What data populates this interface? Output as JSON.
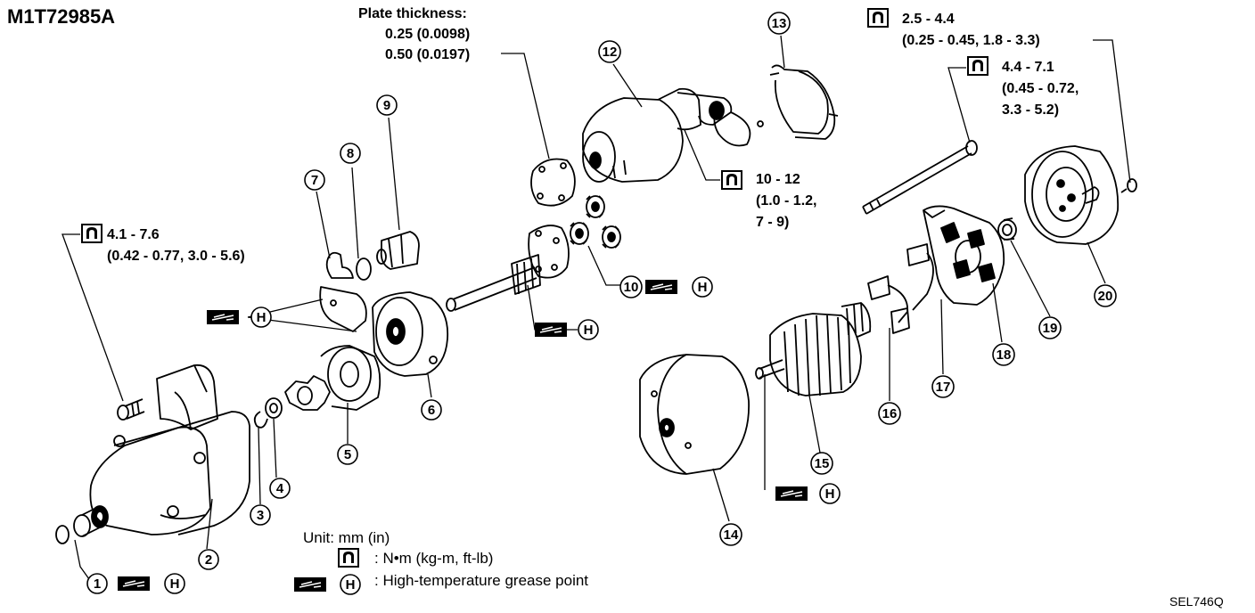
{
  "title": "M1T72985A",
  "reference": "SEL746Q",
  "plate_thickness": {
    "label": "Plate thickness:",
    "values": [
      "0.25 (0.0098)",
      "0.50 (0.0197)"
    ]
  },
  "torques": {
    "bolt_left": {
      "line1": "4.1 - 7.6",
      "line2": "(0.42 - 0.77, 3.0 - 5.6)"
    },
    "solenoid": {
      "line1": "10 - 12",
      "line2": "(1.0 - 1.2,",
      "line3": "7 - 9)"
    },
    "screw_rear": {
      "line1": "2.5 - 4.4",
      "line2": "(0.25 - 0.45, 1.8 - 3.3)"
    },
    "through_bolt": {
      "line1": "4.4 - 7.1",
      "line2": "(0.45 - 0.72,",
      "line3": "3.3 - 5.2)"
    }
  },
  "legend": {
    "unit": "Unit: mm (in)",
    "torque": ": N•m (kg-m, ft-lb)",
    "grease": ": High-temperature grease point"
  },
  "grease_letter": "H",
  "parts": [
    "1",
    "2",
    "3",
    "4",
    "5",
    "6",
    "7",
    "8",
    "9",
    "10",
    "12",
    "13",
    "14",
    "15",
    "16",
    "17",
    "18",
    "19",
    "20"
  ]
}
